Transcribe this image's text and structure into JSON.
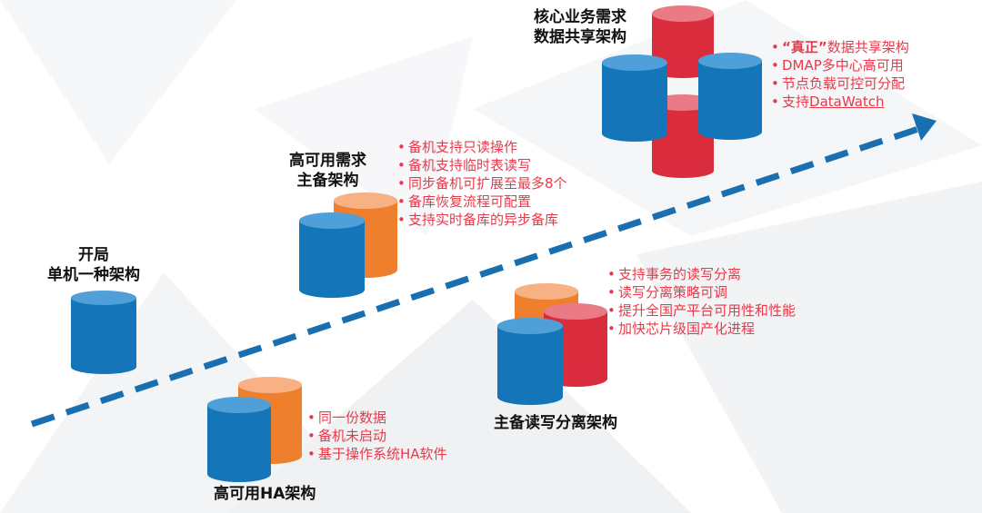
{
  "colors": {
    "blue": "#1475b8",
    "orange": "#ee7f2d",
    "red": "#d92d3e",
    "text_red": "#e8394a",
    "arrow": "#1a6fb0"
  },
  "stages": {
    "stage1": {
      "title_line1": "开局",
      "title_line2": "单机一种架构"
    },
    "stage2": {
      "title": "高可用HA架构",
      "bullets": [
        "同一份数据",
        "备机未启动",
        "基于操作系统HA软件"
      ]
    },
    "stage3": {
      "title_line1": "高可用需求",
      "title_line2": "主备架构",
      "bullets": [
        "备机支持只读操作",
        "备机支持临时表读写",
        "同步备机可扩展至最多8个",
        "备库恢复流程可配置",
        "支持实时备库的异步备库"
      ]
    },
    "stage4": {
      "title": "主备读写分离架构",
      "bullets": [
        "支持事务的读写分离",
        "读写分离策略可调",
        "提升全国产平台可用性和性能",
        "加快芯片级国产化进程"
      ]
    },
    "stage5": {
      "title_line1": "核心业务需求",
      "title_line2": "数据共享架构",
      "bullet1_highlight": "“真正”",
      "bullet1_rest": "数据共享架构",
      "bullets": [
        "DMAP多中心高可用",
        "节点负载可控可分配"
      ],
      "bullet4_prefix": "支持",
      "bullet4_link": "DataWatch"
    }
  }
}
